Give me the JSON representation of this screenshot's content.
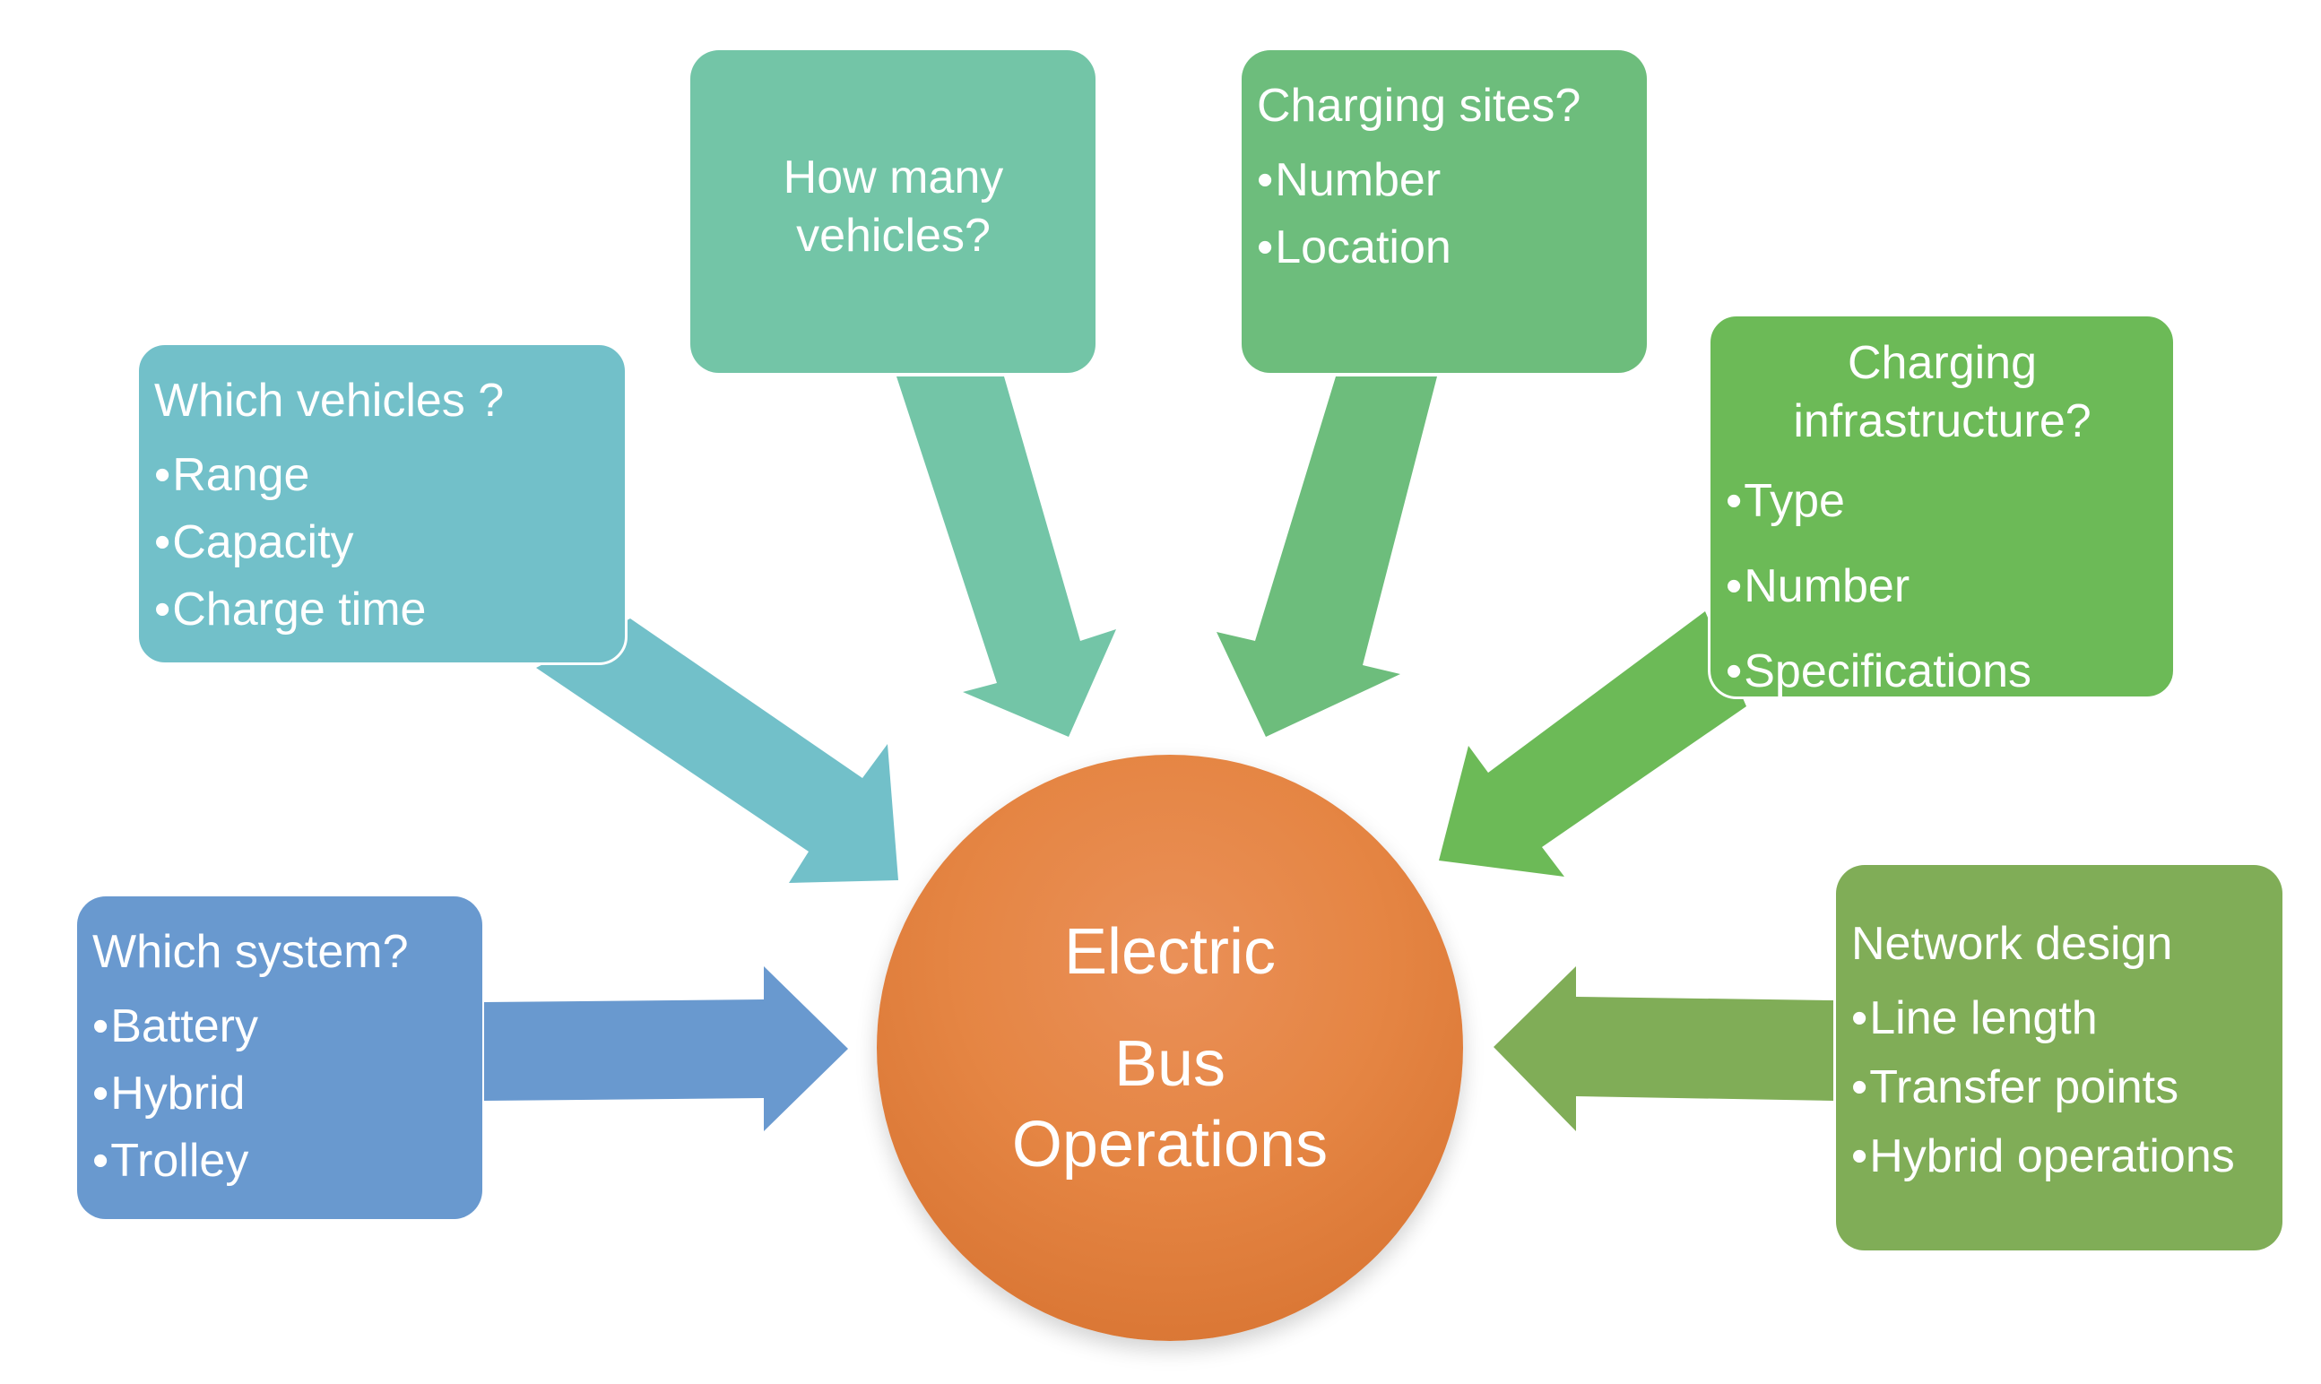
{
  "center": {
    "line1": "Electric",
    "line2": "Bus",
    "line3": "Operations",
    "color": "#e58543"
  },
  "boxes": {
    "which_system": {
      "title": "Which system?",
      "items": [
        "Battery",
        "Hybrid",
        "Trolley"
      ],
      "color": "#6999cf"
    },
    "which_vehicles": {
      "title": "Which vehicles ?",
      "items": [
        "Range",
        "Capacity",
        "Charge time"
      ],
      "color": "#72c0c9"
    },
    "how_many": {
      "title_line1": "How many",
      "title_line2": "vehicles?",
      "color": "#73c5a7"
    },
    "charging_sites": {
      "title": "Charging sites?",
      "items": [
        "Number",
        "Location"
      ],
      "color": "#6dbd7c"
    },
    "charging_infrastructure": {
      "title_line1": "Charging",
      "title_line2": "infrastructure?",
      "items": [
        "Type",
        "Number",
        "Specifications"
      ],
      "color": "#6cba57"
    },
    "network_design": {
      "title": "Network design",
      "items": [
        "Line length",
        "Transfer points",
        "Hybrid operations"
      ],
      "color": "#80ad57"
    }
  },
  "bullet_char": "•",
  "icons": {
    "arrow": "arrow-icon"
  }
}
